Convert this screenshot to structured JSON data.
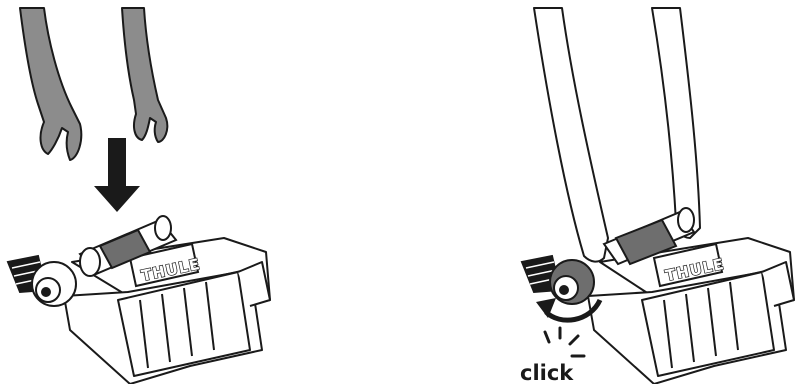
{
  "figure": {
    "step_left": {
      "brand_label": "THULE"
    },
    "step_right": {
      "brand_label": "THULE",
      "click_label": "click"
    }
  },
  "colors": {
    "outline": "#1a1a1a",
    "fork_gray": "#8c8c8c",
    "barrel_gray": "#6e6e6e",
    "white": "#ffffff"
  }
}
